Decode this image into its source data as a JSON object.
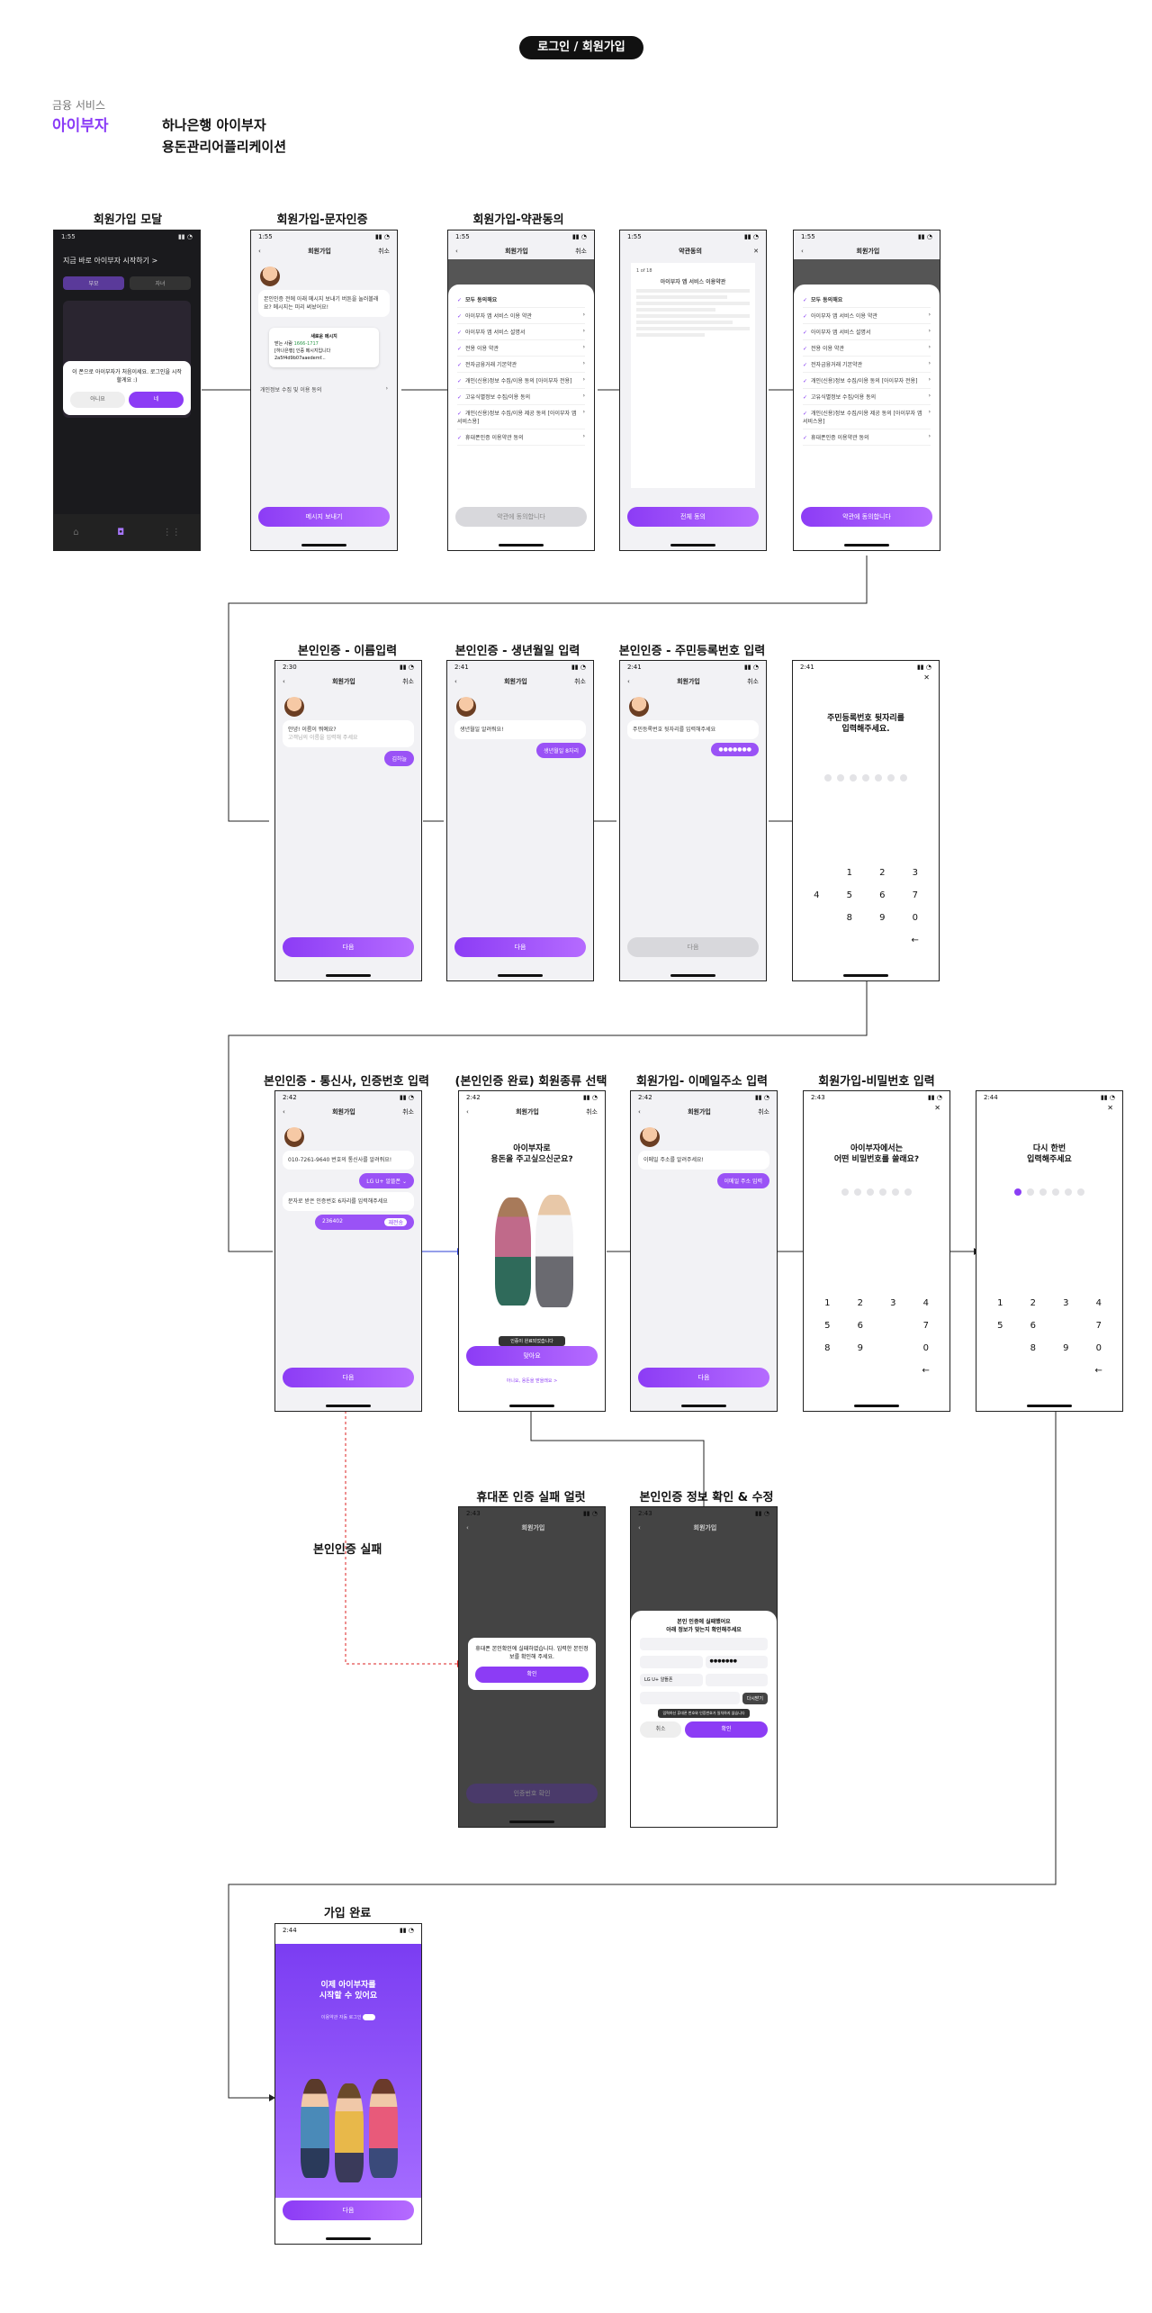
{
  "header": {
    "badge": "로그인 / 회원가입",
    "service_category": "금융 서비스",
    "service_name": "아이부자",
    "app_title_line1": "하나은행 아이부자",
    "app_title_line2": "용돈관리어플리케이션"
  },
  "labels": {
    "signup_modal": "회원가입 모달",
    "sms_auth": "회원가입-문자인증",
    "terms": "회원가입-약관동의",
    "name_input": "본인인증 - 이름입력",
    "birth_input": "본인인증 - 생년월일 입력",
    "rrn_input": "본인인증 - 주민등록번호 입력",
    "carrier_input": "본인인증 - 통신사, 인증번호 입력",
    "member_type": "(본인인증 완료) 회원종류 선택",
    "email_input": "회원가입- 이메일주소 입력",
    "password_input": "회원가입-비밀번호 입력",
    "phone_fail_alert": "휴대폰 인증 실패 얼럿",
    "info_confirm": "본인인증 정보 확인 & 수정",
    "auth_fail": "본인인증 실패",
    "signup_done": "가입 완료"
  },
  "screens": {
    "s1": {
      "time": "1:55",
      "headline": "지금 바로 아이부자 시작하기 >",
      "tab_a": "부모",
      "tab_b": "자녀",
      "modal_text": "이 폰으로 아이부자가 처음이세요. 로그인을 시작할게요 :)",
      "btn_no": "아니요",
      "btn_yes": "네"
    },
    "s2": {
      "time": "1:55",
      "nav_title": "회원가입",
      "nav_right": "취소",
      "bubble": "본인인증 전에 아래 메시지 보내기 버튼을 눌러볼래요? 메시지는 미리 써놨어요!",
      "card_title": "새로운 메시지",
      "card_to": "받는 사람",
      "card_number": "1666-1717",
      "card_body": "[하나은행] 인증 메시지입니다 2a5f4d9b07aaedemf...",
      "terms_row": "개인정보 수집 및 이용 동의",
      "button": "메시지 보내기"
    },
    "s3": {
      "time": "1:55",
      "nav_title": "회원가입",
      "nav_right": "취소",
      "items": [
        "모두 동의해요",
        "아이부자 앱 서비스 이용 약관",
        "아이부자 앱 서비스 설명서",
        "전용 이용 약관",
        "전자금융거래 기본약관",
        "개인(신용)정보 수집/이용 동의 [아이부자 전용]",
        "고유식별정보 수집/이용 동의",
        "개인(신용)정보 수집/이용 제공 동의 [아이부자 앱 서비스용]",
        "휴대폰인증 이용약관 동의"
      ],
      "button": "약관에 동의합니다"
    },
    "s4": {
      "time": "1:55",
      "nav_title": "약관동의",
      "doc_title": "아이부자 앱 서비스 이용약관",
      "page": "1 of 18",
      "button": "전체 동의"
    },
    "s5": {
      "time": "1:55",
      "nav_title": "회원가입",
      "button": "약관에 동의합니다"
    },
    "s6": {
      "time": "2:30",
      "nav_title": "회원가입",
      "nav_right": "취소",
      "bubble": "안녕! 이름이 뭐예요?",
      "sub": "고객님의 이름을 입력해 주세요",
      "reply": "김하늘",
      "button": "다음"
    },
    "s7": {
      "time": "2:41",
      "nav_title": "회원가입",
      "nav_right": "취소",
      "bubble": "생년월일 알려줘요!",
      "reply": "생년월일 8자리",
      "button": "다음"
    },
    "s8": {
      "time": "2:41",
      "nav_title": "회원가입",
      "nav_right": "취소",
      "bubble": "주민등록번호 뒷자리를 입력해주세요",
      "reply": "●●●●●●●",
      "button": "다음"
    },
    "s9": {
      "time": "2:41",
      "headline_line1": "주민등록번호 뒷자리를",
      "headline_line2": "입력해주세요.",
      "keys": [
        "1",
        "2",
        "3",
        "4",
        "5",
        "6",
        "7",
        "8",
        "9",
        "0",
        "←"
      ]
    },
    "s10": {
      "time": "2:42",
      "nav_title": "회원가입",
      "nav_right": "취소",
      "bubble": "010-7261-9640 번호의 통신사를 알려줘요!",
      "carrier": "LG U+ 알뜰폰",
      "bubble2": "문자로 받은 인증번호 6자리를 입력해주세요",
      "code": "236402",
      "resend": "재전송",
      "button": "다음"
    },
    "s11": {
      "time": "2:42",
      "nav_title": "회원가입",
      "nav_right": "취소",
      "headline_line1": "아이부자로",
      "headline_line2": "용돈을 주고싶으신군요?",
      "toast": "인증이 완료되었습니다",
      "button": "맞아요",
      "link": "아니요, 용돈을 받을래요 >"
    },
    "s12": {
      "time": "2:42",
      "nav_title": "회원가입",
      "nav_right": "취소",
      "bubble": "이메일 주소를 알려주세요!",
      "reply": "이메일 주소 입력",
      "button": "다음"
    },
    "s13": {
      "time": "2:43",
      "headline_line1": "아이부자에서는",
      "headline_line2": "어떤 비밀번호를 쓸래요?",
      "keys": [
        "1",
        "2",
        "3",
        "4",
        "5",
        "6",
        "7",
        "8",
        "9",
        "0",
        "←"
      ]
    },
    "s14": {
      "time": "2:44",
      "headline_line1": "다시 한번",
      "headline_line2": "입력해주세요",
      "keys": [
        "1",
        "2",
        "3",
        "4",
        "5",
        "6",
        "7",
        "8",
        "9",
        "0",
        "←"
      ]
    },
    "s15": {
      "time": "2:43",
      "nav_title": "회원가입",
      "modal_text": "휴대폰 본인확인에 실패하였습니다. 입력한 본인정보를 확인해 주세요.",
      "modal_btn": "확인",
      "bg_button": "인증번호 확인"
    },
    "s16": {
      "time": "2:43",
      "nav_title": "회원가입",
      "title_line1": "본인 인증에 실패했어요",
      "title_line2": "아래 정보가 맞는지 확인해주세요",
      "carrier": "LG U+ 알뜰폰",
      "rrn": "●●●●●●●",
      "resend": "다시받기",
      "tooltip": "입력하신 휴대폰 번호와 인증번호가 일치하지 않습니다",
      "btn_cancel": "취소",
      "btn_ok": "확인"
    },
    "s17": {
      "time": "2:44",
      "headline_line1": "이제 아이부자를",
      "headline_line2": "시작할 수 있어요",
      "toggle_label": "이용약관 자동 로그인",
      "button": "다음"
    }
  }
}
